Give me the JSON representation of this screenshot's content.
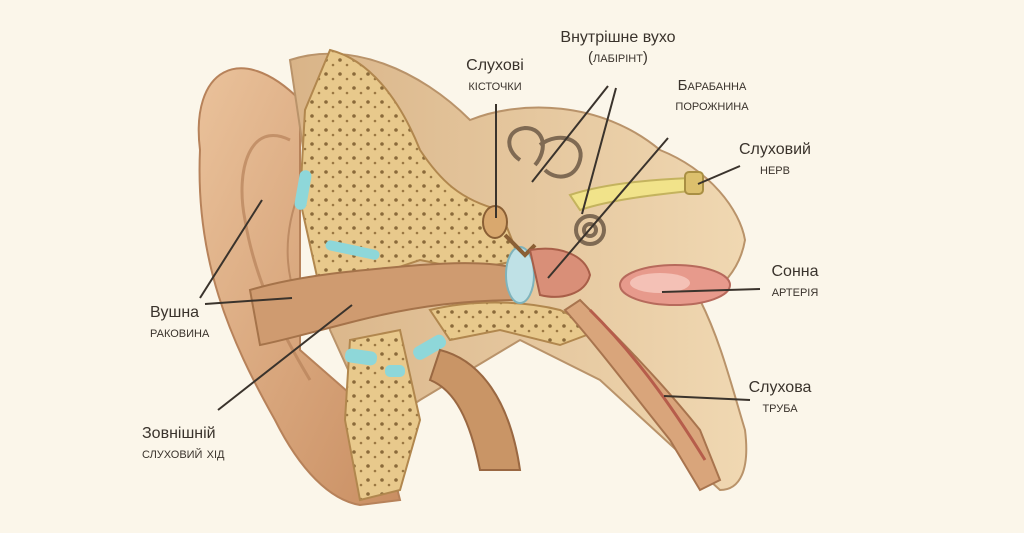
{
  "labels": {
    "pinna": [
      "Вушна",
      "раковина"
    ],
    "ear_canal": [
      "Зовнішній",
      "слуховий хід"
    ],
    "ossicles": [
      "Слухові",
      "кісточки"
    ],
    "inner_ear": [
      "Внутрішне вухо",
      "(лабірінт)"
    ],
    "tympanic_cavity": [
      "Барабанна",
      "порожнина"
    ],
    "auditory_nerve": [
      "Слуховий",
      "нерв"
    ],
    "carotid_artery": [
      "Сонна",
      "артерія"
    ],
    "eustachian_tube": [
      "Слухова",
      "труба"
    ]
  },
  "colors": {
    "background": "#fbf6ea",
    "skin": "#e3b48a",
    "skin_shadow": "#c98e62",
    "bone": "#e8c98c",
    "bone_dots": "#8a6a3a",
    "cartilage": "#8ed7d9",
    "artery": "#e79a8c",
    "nerve": "#f1e38a",
    "label_text": "#3a332c",
    "pointer_line": "#3a332c"
  }
}
